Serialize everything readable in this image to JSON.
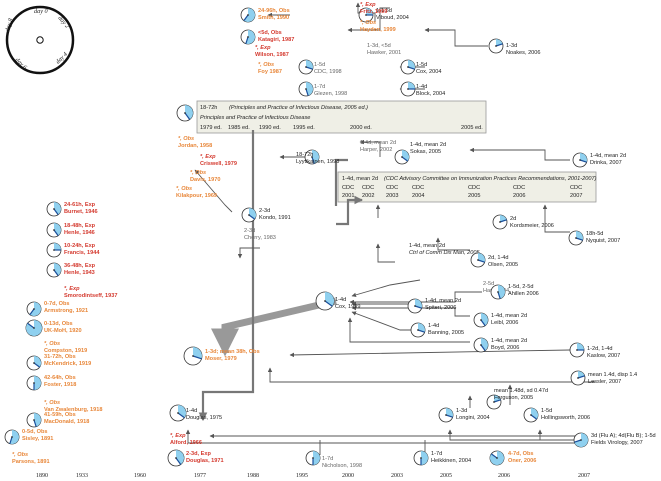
{
  "dial": {
    "labels": [
      "day 0",
      "day 2",
      "day 4",
      "day 6",
      "day 8"
    ]
  },
  "axis": {
    "years": [
      "1890",
      "1933",
      "1960",
      "1977",
      "1988",
      "1995",
      "2000",
      "2003",
      "2005",
      "2006",
      "2007"
    ]
  },
  "box_ppid": {
    "title": "18-72h",
    "title_note": "(Principles and Practice of Infectious Disease, 2005 ed.)",
    "subtitle": "Principles and Practice of Infectious Disease",
    "editions": [
      "1979 ed.",
      "1985 ed.",
      "1990 ed.",
      "1995 ed.",
      "2000 ed.",
      "2005 ed."
    ]
  },
  "box_cdc": {
    "title": "1-4d, mean 2d",
    "title_note": "(CDC Advisory Committee on Immunization Practices Recommendations, 2001-2007)",
    "cols": [
      [
        "CDC",
        "2001"
      ],
      [
        "CDC",
        "2002"
      ],
      [
        "CDC",
        "2003"
      ],
      [
        "CDC",
        "2004"
      ],
      [
        "CDC",
        "2005"
      ],
      [
        "CDC",
        "2006"
      ],
      [
        "CDC",
        "2007"
      ]
    ]
  },
  "nodes": [
    {
      "id": "viboud",
      "lines": [
        "1-1.5d",
        "Viboud, 2004"
      ],
      "style": "dark"
    },
    {
      "id": "fritz",
      "lines": [
        "*, Exp",
        "Fritz, 1999"
      ],
      "style": "red"
    },
    {
      "id": "hayden",
      "lines": [
        "*, Obs",
        "Hayden, 1999"
      ],
      "style": "orange"
    },
    {
      "id": "smith",
      "lines": [
        "24-96h, Obs",
        "Smith, 1990"
      ],
      "style": "orange"
    },
    {
      "id": "katagiri",
      "lines": [
        "<5d, Obs",
        "Katagiri, 1987"
      ],
      "style": "red"
    },
    {
      "id": "wilson",
      "lines": [
        "*, Exp",
        "Wilson, 1987"
      ],
      "style": "red"
    },
    {
      "id": "foy",
      "lines": [
        "*, Obs",
        "Foy 1987"
      ],
      "style": "orange"
    },
    {
      "id": "hawker",
      "lines": [
        "1-3d, <5d",
        "Hawker, 2001"
      ],
      "style": "gray"
    },
    {
      "id": "noakes",
      "lines": [
        "1-3d",
        "Noakes, 2006"
      ],
      "style": "dark"
    },
    {
      "id": "cdc1998",
      "lines": [
        "1-5d",
        "CDC, 1998"
      ],
      "style": "gray"
    },
    {
      "id": "cox2004",
      "lines": [
        "1-5d",
        "Cox, 2004"
      ],
      "style": "dark"
    },
    {
      "id": "glezen",
      "lines": [
        "1-7d",
        "Glezen, 1998"
      ],
      "style": "gray"
    },
    {
      "id": "block",
      "lines": [
        "1-4d",
        "Block, 2004"
      ],
      "style": "dark"
    },
    {
      "id": "jordan",
      "lines": [
        "*, Obs",
        "Jordan, 1958"
      ],
      "style": "orange"
    },
    {
      "id": "criswell",
      "lines": [
        "*, Exp",
        "Criswell, 1979"
      ],
      "style": "red"
    },
    {
      "id": "davis",
      "lines": [
        "*, Obs",
        "Davis, 1970"
      ],
      "style": "orange"
    },
    {
      "id": "kilakpour",
      "lines": [
        "*, Obs",
        "Kilakpour, 1969"
      ],
      "style": "orange"
    },
    {
      "id": "lyytikainen",
      "lines": [
        "18-72h",
        "Lyytikainen, 1998"
      ],
      "style": "dark"
    },
    {
      "id": "harper",
      "lines": [
        "1-4d, mean 2d",
        "Harper, 2002"
      ],
      "style": "gray"
    },
    {
      "id": "sokas",
      "lines": [
        "1-4d, mean 2d",
        "Sokas, 2005"
      ],
      "style": "dark"
    },
    {
      "id": "drinka",
      "lines": [
        "1-4d, mean 2d",
        "Drinka, 2007"
      ],
      "style": "dark"
    },
    {
      "id": "burnet",
      "lines": [
        "24-61h, Exp",
        "Burnet, 1946"
      ],
      "style": "red"
    },
    {
      "id": "henle46",
      "lines": [
        "18-48h, Exp",
        "Henle, 1946"
      ],
      "style": "red"
    },
    {
      "id": "francis",
      "lines": [
        "10-24h, Exp",
        "Francis, 1944"
      ],
      "style": "red"
    },
    {
      "id": "henle43",
      "lines": [
        "36-48h, Exp",
        "Henle, 1943"
      ],
      "style": "red"
    },
    {
      "id": "smorodintseff",
      "lines": [
        "*, Exp",
        "Smorodintseff, 1937"
      ],
      "style": "red"
    },
    {
      "id": "kondo",
      "lines": [
        "2-3d",
        "Kondo, 1991"
      ],
      "style": "dark"
    },
    {
      "id": "cherry",
      "lines": [
        "2-3d",
        "Cherry, 1983"
      ],
      "style": "gray"
    },
    {
      "id": "ctrl",
      "lines": [
        "1-4d, mean 2d",
        "Ctrl of Comm Dis Man, 2005"
      ],
      "style": "dark",
      "italic_second": true
    },
    {
      "id": "nyquist",
      "lines": [
        "18h-5d",
        "Nyquist, 2007"
      ],
      "style": "dark"
    },
    {
      "id": "kordsmeier",
      "lines": [
        "2d",
        "Kordsmeier, 2006"
      ],
      "style": "dark"
    },
    {
      "id": "olsen",
      "lines": [
        "2d, 1-4d",
        "Olsen, 2005"
      ],
      "style": "dark"
    },
    {
      "id": "hart",
      "lines": [
        "2-5d",
        "Hart, 2004"
      ],
      "style": "gray"
    },
    {
      "id": "ahillen",
      "lines": [
        "1-5d, 2-5d",
        "Ahillen 2006"
      ],
      "style": "dark"
    },
    {
      "id": "armstrong",
      "lines": [
        "0-7d, Obs",
        "Armstrong, 1921"
      ],
      "style": "orange"
    },
    {
      "id": "ukmoh",
      "lines": [
        "0-13d, Obs",
        "UK-MoH, 1920"
      ],
      "style": "orange"
    },
    {
      "id": "compston",
      "lines": [
        "*, Obs",
        "Compston, 1919"
      ],
      "style": "orange"
    },
    {
      "id": "cox1999",
      "lines": [
        "1-4d",
        "Cox, 1999"
      ],
      "style": "dark"
    },
    {
      "id": "spiteri",
      "lines": [
        "1-4d, mean 2d",
        "Spiteri, 2006"
      ],
      "style": "dark"
    },
    {
      "id": "leibl",
      "lines": [
        "1-4d, mean 2d",
        "Leibl, 2006"
      ],
      "style": "dark"
    },
    {
      "id": "banning",
      "lines": [
        "1-4d",
        "Banning, 2005"
      ],
      "style": "dark"
    },
    {
      "id": "boyd",
      "lines": [
        "1-4d, mean 2d",
        "Boyd, 2006"
      ],
      "style": "dark"
    },
    {
      "id": "mckendrick",
      "lines": [
        "31-72h, Obs",
        "McKendrick, 1919"
      ],
      "style": "orange"
    },
    {
      "id": "moser",
      "lines": [
        "1-3d; mean 38h, Obs",
        "Moser, 1979"
      ],
      "style": "orange"
    },
    {
      "id": "foster",
      "lines": [
        "42-64h, Obs",
        "Foster, 1918"
      ],
      "style": "orange"
    },
    {
      "id": "kaslow",
      "lines": [
        "1-2d, 1-4d",
        "Kaslow, 2007"
      ],
      "style": "dark"
    },
    {
      "id": "vanzw",
      "lines": [
        "*, Obs",
        "Van Zwalenburg, 1918"
      ],
      "style": "orange"
    },
    {
      "id": "lessler",
      "lines": [
        "mean 1.4d, disp 1.4",
        "Lessler, 2007"
      ],
      "style": "dark"
    },
    {
      "id": "macdonald",
      "lines": [
        "41-59h, Obs",
        "MacDonald, 1918"
      ],
      "style": "orange"
    },
    {
      "id": "douglas1975",
      "lines": [
        "1-4d",
        "Douglas, 1975"
      ],
      "style": "dark"
    },
    {
      "id": "ferguson",
      "lines": [
        "mean 1.48d, sd 0.47d",
        "Ferguson, 2005"
      ],
      "style": "dark"
    },
    {
      "id": "longini",
      "lines": [
        "1-3d",
        "Longini, 2004"
      ],
      "style": "dark"
    },
    {
      "id": "hollingsworth",
      "lines": [
        "1-5d",
        "Hollingsworth, 2006"
      ],
      "style": "dark"
    },
    {
      "id": "sisley",
      "lines": [
        "0-5d, Obs",
        "Sisley, 1891"
      ],
      "style": "orange"
    },
    {
      "id": "alford",
      "lines": [
        "*, Exp",
        "Alford, 1966"
      ],
      "style": "red"
    },
    {
      "id": "fields",
      "lines": [
        "3d (Flu A); 4d(Flu B); 1-5d",
        "Fields Virology, 2007"
      ],
      "style": "dark"
    },
    {
      "id": "parsons",
      "lines": [
        "*, Obs",
        "Parsons, 1891"
      ],
      "style": "orange"
    },
    {
      "id": "douglas1971",
      "lines": [
        "2-3d, Exp",
        "Douglas, 1971"
      ],
      "style": "red"
    },
    {
      "id": "nicholson",
      "lines": [
        "1-7d",
        "Nicholson, 1998"
      ],
      "style": "gray"
    },
    {
      "id": "heikkinen",
      "lines": [
        "1-7d",
        "Heikkinen, 2004"
      ],
      "style": "dark"
    },
    {
      "id": "oner",
      "lines": [
        "4-7d, Obs",
        "Oner, 2006"
      ],
      "style": "orange"
    }
  ]
}
